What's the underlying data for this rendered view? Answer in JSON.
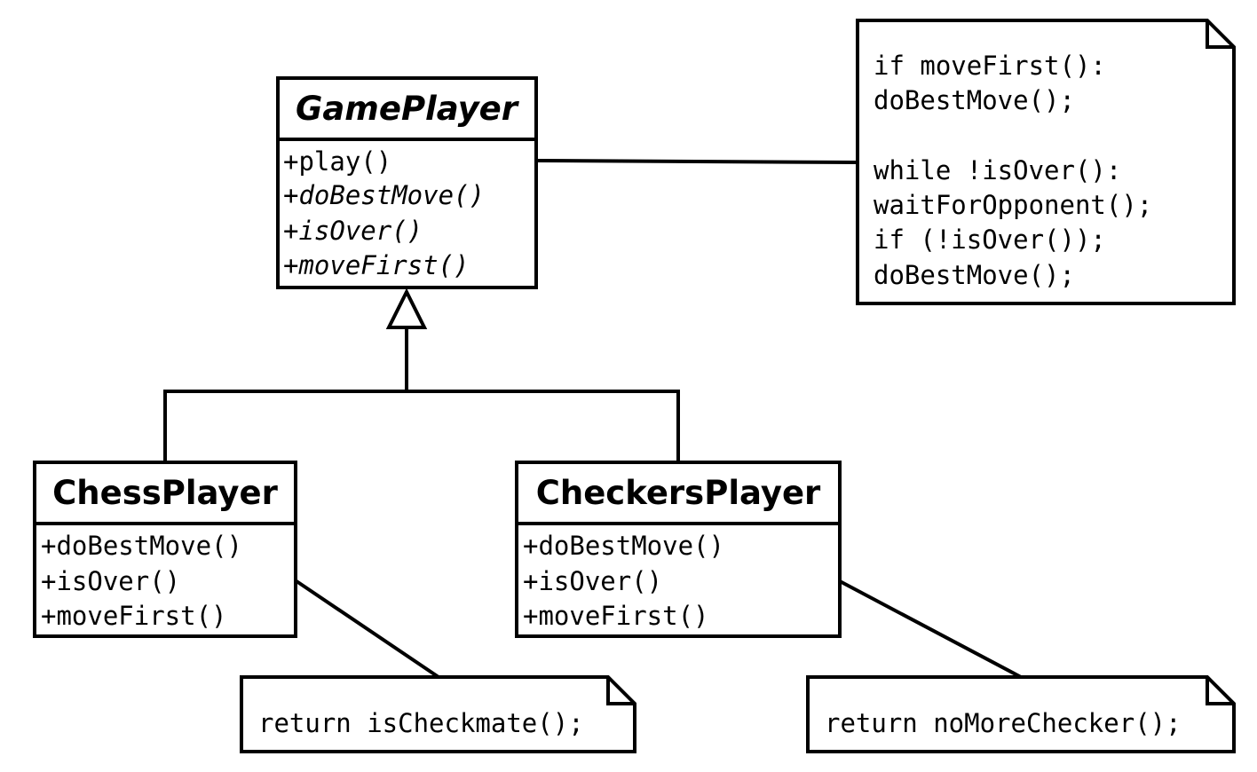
{
  "classes": {
    "game_player": {
      "name": "GamePlayer",
      "abstract": true,
      "methods": [
        {
          "text": "+play()",
          "abstract": false
        },
        {
          "text": "+doBestMove()",
          "abstract": true
        },
        {
          "text": "+isOver()",
          "abstract": true
        },
        {
          "text": "+moveFirst()",
          "abstract": true
        }
      ]
    },
    "chess_player": {
      "name": "ChessPlayer",
      "methods": [
        {
          "text": "+doBestMove()"
        },
        {
          "text": "+isOver()"
        },
        {
          "text": "+moveFirst()"
        }
      ]
    },
    "checkers_player": {
      "name": "CheckersPlayer",
      "methods": [
        {
          "text": "+doBestMove()"
        },
        {
          "text": "+isOver()"
        },
        {
          "text": "+moveFirst()"
        }
      ]
    }
  },
  "notes": {
    "play_note": {
      "lines": [
        "if moveFirst():",
        "doBestMove();",
        "",
        "while !isOver():",
        "waitForOpponent();",
        "if (!isOver());",
        "doBestMove();"
      ]
    },
    "chess_note": {
      "lines": [
        "return isCheckmate();"
      ]
    },
    "checkers_note": {
      "lines": [
        "return noMoreChecker();"
      ]
    }
  },
  "relations": [
    {
      "type": "generalization",
      "from": "ChessPlayer",
      "to": "GamePlayer"
    },
    {
      "type": "generalization",
      "from": "CheckersPlayer",
      "to": "GamePlayer"
    },
    {
      "type": "note-link",
      "from": "GamePlayer.play()",
      "to": "play_note"
    },
    {
      "type": "note-link",
      "from": "ChessPlayer.isOver()",
      "to": "chess_note"
    },
    {
      "type": "note-link",
      "from": "CheckersPlayer.isOver()",
      "to": "checkers_note"
    }
  ],
  "colors": {
    "stroke": "#000000",
    "fill": "#ffffff",
    "text": "#000000"
  }
}
